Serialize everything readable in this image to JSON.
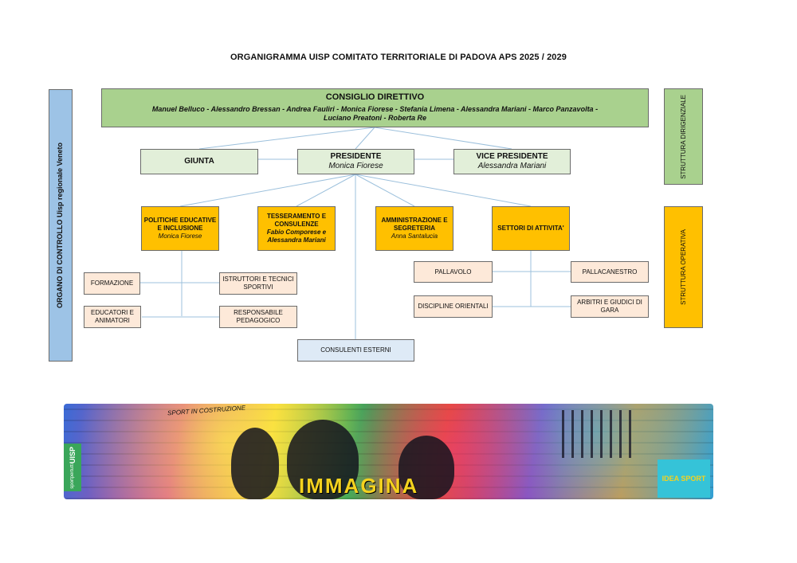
{
  "title": "ORGANIGRAMMA UISP COMITATO TERRITORIALE DI PADOVA APS  2025 / 2029",
  "consiglio": {
    "heading": "CONSIGLIO DIRETTIVO",
    "members_line1": "Manuel Belluco - Alessandro Bressan - Andrea Fauliri - Monica Fiorese - Stefania Limena - Alessandra Mariani - Marco Panzavolta -",
    "members_line2": "Luciano Preatoni - Roberta Re"
  },
  "giunta": "GIUNTA",
  "presidente": {
    "role": "PRESIDENTE",
    "name": "Monica Fiorese"
  },
  "vice": {
    "role": "VICE PRESIDENTE",
    "name": "Alessandra Mariani"
  },
  "politiche": {
    "line1": "POLITICHE EDUCATIVE",
    "line2": "E INCLUSIONE",
    "name": "Monica Fiorese"
  },
  "tesseramento": {
    "line1": "TESSERAMENTO E",
    "line2": "CONSULENZE",
    "name1": "Fabio Comporese e",
    "name2": "Alessandra Mariani"
  },
  "amministrazione": {
    "line1": "AMMINISTRAZIONE E",
    "line2": "SEGRETERIA",
    "name": "Anna Santalucia"
  },
  "settori": "SETTORI DI ATTIVITA'",
  "formazione": "FORMAZIONE",
  "istruttori": {
    "line1": "ISTRUTTORI E TECNICI",
    "line2": "SPORTIVI"
  },
  "educatori": {
    "line1": "EDUCATORI E",
    "line2": "ANIMATORI"
  },
  "responsabile": {
    "line1": "RESPONSABILE",
    "line2": "PEDAGOGICO"
  },
  "consulenti": "CONSULENTI ESTERNI",
  "pallavolo": "PALLAVOLO",
  "pallacanestro": "PALLACANESTRO",
  "discipline": "DISCIPLINE ORIENTALI",
  "arbitri": {
    "line1": "ARBITRI E GIUDICI DI",
    "line2": "GARA"
  },
  "organo": "ORGANO DI CONTROLLO  Uisp regionale Veneto",
  "struttura_dirigenziale": "STRUTTURA DIRIGENZIALE",
  "struttura_operativa": "STRUTTURA OPERATIVA",
  "banner": {
    "logo_text": "UISP",
    "logo_sub": "sportpertutti",
    "wall_text": "IMMAGINA",
    "wall_top_text": "SPORT IN COSTRUZIONE",
    "corner_text": "IDEA SPORT"
  },
  "colors": {
    "consiglio": "#a9d18e",
    "giunta_row": "#e2efd9",
    "operational": "#ffc000",
    "sub_items": "#fde9d9",
    "consulenti": "#deeaf6",
    "organo": "#9dc3e6",
    "connector": "#9cc0dc"
  }
}
